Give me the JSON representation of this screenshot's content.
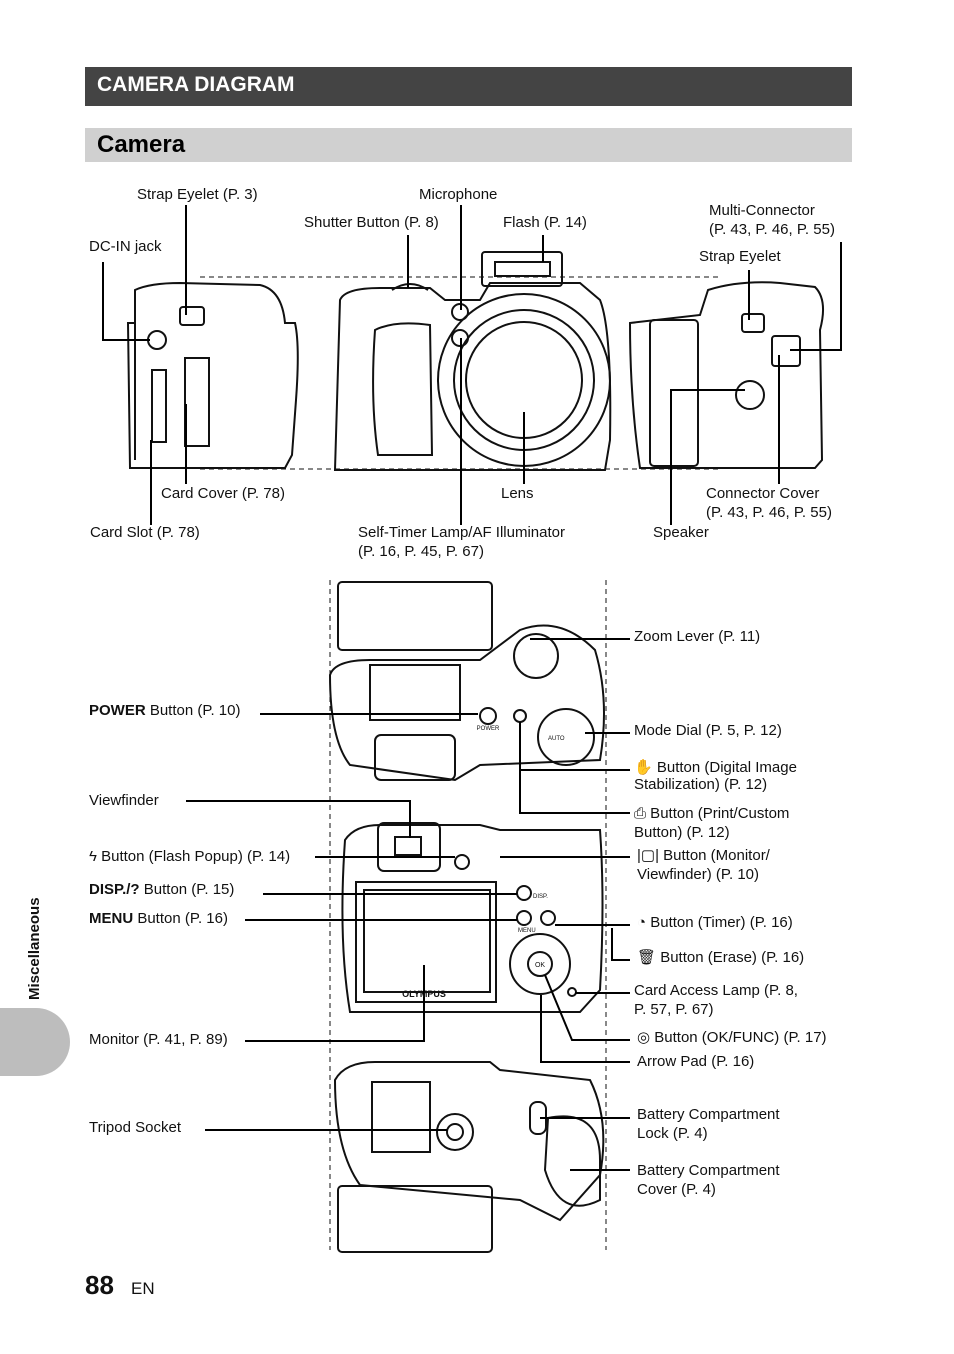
{
  "header": {
    "section_title": "CAMERA DIAGRAM",
    "subsection_title": "Camera"
  },
  "labels": {
    "strap_eyelet_p3": "Strap Eyelet (P. 3)",
    "microphone": "Microphone",
    "shutter_button": "Shutter Button (P. 8)",
    "flash": "Flash (P. 14)",
    "multi_connector_1": "Multi-Connector",
    "multi_connector_2": "(P. 43, P. 46, P. 55)",
    "dc_in_jack": "DC-IN jack",
    "strap_eyelet": "Strap Eyelet",
    "card_cover": "Card Cover (P. 78)",
    "lens": "Lens",
    "connector_cover_1": "Connector Cover",
    "connector_cover_2": "(P. 43, P. 46, P. 55)",
    "card_slot": "Card Slot (P. 78)",
    "self_timer_1": "Self-Timer Lamp/AF Illuminator",
    "self_timer_2": "(P. 16, P. 45, P. 67)",
    "speaker": "Speaker",
    "zoom_lever": "Zoom Lever (P. 11)",
    "power_bold": "POWER",
    "power_rest": " Button (P. 10)",
    "mode_dial": "Mode Dial (P. 5, P. 12)",
    "stab_1": " Button (Digital Image",
    "stab_2": "Stabilization) (P. 12)",
    "viewfinder": "Viewfinder",
    "print_1": " Button (Print/Custom",
    "print_2": "Button) (P. 12)",
    "flash_popup": " Button (Flash Popup) (P. 14)",
    "monitor_vf_1": " Button (Monitor/",
    "monitor_vf_2": "Viewfinder) (P. 10)",
    "disp_bold": "DISP./",
    "disp_rest": " Button (P. 15)",
    "menu_bold": "MENU",
    "menu_rest": " Button (P. 16)",
    "timer": " Button (Timer) (P. 16)",
    "erase": " Button (Erase) (P. 16)",
    "card_access_1": "Card Access Lamp (P. 8,",
    "card_access_2": "P. 57, P. 67)",
    "monitor": "Monitor (P. 41, P. 89)",
    "ok_func": " Button (OK/FUNC) (P. 17)",
    "arrow_pad": "Arrow Pad (P. 16)",
    "tripod": "Tripod Socket",
    "batt_lock_1": "Battery Compartment",
    "batt_lock_2": "Lock (P. 4)",
    "batt_cover_1": "Battery Compartment",
    "batt_cover_2": "Cover (P. 4)"
  },
  "camera_text": {
    "brand": "OLYMPUS",
    "power": "POWER",
    "disp": "DISP.",
    "menu": "MENU",
    "ok": "OK",
    "auto": "AUTO"
  },
  "sidebar": {
    "label": "Miscellaneous"
  },
  "footer": {
    "page_number": "88",
    "lang": "EN"
  }
}
